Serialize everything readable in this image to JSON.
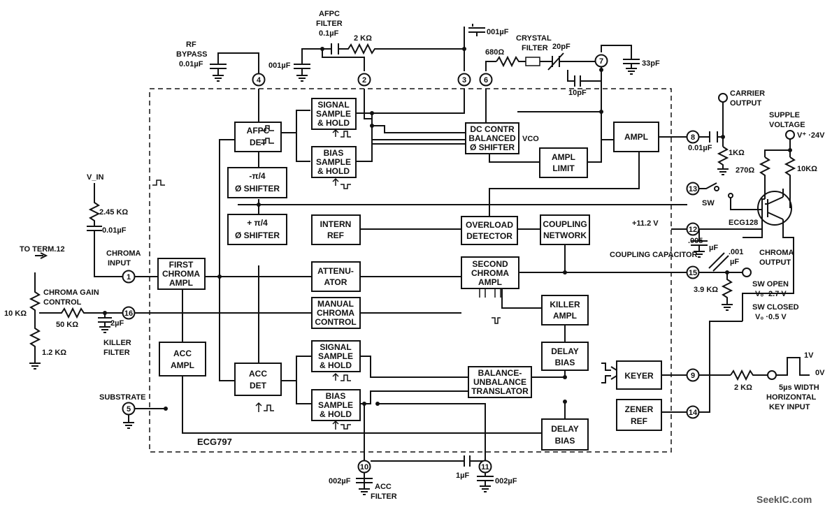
{
  "ic_label": "ECG797",
  "blocks": {
    "afpc_det": [
      "AFPC",
      "DET"
    ],
    "signal_sh_top": [
      "SIGNAL",
      "SAMPLE",
      "& HOLD"
    ],
    "bias_sh_top": [
      "BIAS",
      "SAMPLE",
      "& HOLD"
    ],
    "dc_contr": [
      "DC CONTR",
      "BALANCED",
      "Ø SHIFTER"
    ],
    "ampl": [
      "AMPL"
    ],
    "ampl_limit": [
      "AMPL",
      "LIMIT"
    ],
    "neg_shifter": [
      "-π/4",
      "Ø SHIFTER"
    ],
    "pos_shifter": [
      "+ π/4",
      "Ø SHIFTER"
    ],
    "intern_ref": [
      "INTERN",
      "REF"
    ],
    "overload": [
      "OVERLOAD",
      "DETECTOR"
    ],
    "coupling_net": [
      "COUPLING",
      "NETWORK"
    ],
    "first_chroma": [
      "FIRST",
      "CHROMA",
      "AMPL"
    ],
    "attenuator": [
      "ATTENU-",
      "ATOR"
    ],
    "second_chroma": [
      "SECOND",
      "CHROMA",
      "AMPL"
    ],
    "manual_chroma": [
      "MANUAL",
      "CHROMA",
      "CONTROL"
    ],
    "killer_ampl": [
      "KILLER",
      "AMPL"
    ],
    "acc_ampl": [
      "ACC",
      "AMPL"
    ],
    "acc_det": [
      "ACC",
      "DET"
    ],
    "signal_sh_bot": [
      "SIGNAL",
      "SAMPLE",
      "& HOLD"
    ],
    "bias_sh_bot": [
      "BIAS",
      "SAMPLE",
      "& HOLD"
    ],
    "balance_trans": [
      "BALANCE-",
      "UNBALANCE",
      "TRANSLATOR"
    ],
    "delay_bias_1": [
      "DELAY",
      "BIAS"
    ],
    "delay_bias_2": [
      "DELAY",
      "BIAS"
    ],
    "keyer": [
      "KEYER"
    ],
    "zener_ref": [
      "ZENER",
      "REF"
    ]
  },
  "pins": {
    "p1": "1",
    "p2": "2",
    "p3": "3",
    "p4": "4",
    "p5": "5",
    "p6": "6",
    "p7": "7",
    "p8": "8",
    "p9": "9",
    "p10": "10",
    "p11": "11",
    "p12": "12",
    "p13": "13",
    "p14": "14",
    "p15": "15",
    "p16": "16"
  },
  "labels": {
    "rf_bypass": [
      "RF",
      "BYPASS",
      "0.01µF"
    ],
    "afpc_filter": [
      "AFPC",
      "FILTER",
      "0.1µF"
    ],
    "r_2k_top": "2 KΩ",
    "c_001_pin2": "001µF",
    "c_001_pin3": "001µF",
    "r_680": "680Ω",
    "crystal_filter": [
      "CRYSTAL",
      "FILTER"
    ],
    "c_20pf": "20pF",
    "c_10pf": "10pF",
    "c_33pf": "33pF",
    "vco": "VCO",
    "carrier_output": [
      "CARRIER",
      "OUTPUT"
    ],
    "supply_voltage": [
      "SUPPLE",
      "VOLTAGE"
    ],
    "vplus": "V⁺ ·24V",
    "c_001_p8": "0.01µF",
    "r_1k": "1KΩ",
    "r_270": "270Ω",
    "r_10k_right": "10KΩ",
    "sw": "SW",
    "ecg128": "ECG128",
    "v_11_2": "+11.2 V",
    "c_005": ".005",
    "c_005_unit": "µF",
    "c_001_p15": ".001",
    "c_001_p15_unit": "µF",
    "coupling_capacitor": "COUPLING CAPACITOR",
    "chroma_output": [
      "CHROMA",
      "OUTPUT"
    ],
    "r_3_9k": "3.9 KΩ",
    "sw_open": [
      "SW OPEN",
      "V₀ ·2.7 V"
    ],
    "sw_closed": [
      "SW CLOSED",
      "V₀ ·0.5 V"
    ],
    "vin": "V_IN",
    "r_2_45k": "2.45 KΩ",
    "c_001_in": "0.01µF",
    "chroma_input": [
      "CHROMA",
      "INPUT"
    ],
    "to_term": "TO TERM.12",
    "chroma_gain": [
      "CHROMA GAIN",
      "CONTROL"
    ],
    "r_10k_pot": "10 KΩ",
    "r_50k": "50 KΩ",
    "c_2uf": "2µF",
    "killer_filter": [
      "KILLER",
      "FILTER"
    ],
    "r_1_2k": "1.2 KΩ",
    "substrate": "SUBSTRATE",
    "r_2k_key": "2 KΩ",
    "key_1v": "1V",
    "key_0v": "0V",
    "key_input": [
      "5µs WIDTH",
      "HORIZONTAL",
      "KEY INPUT"
    ],
    "c_002_p10": "002µF",
    "acc_filter": [
      "ACC",
      "FILTER"
    ],
    "c_1uf": "1µF",
    "c_002_p11": "002µF"
  },
  "watermark": "SeekIC.com"
}
